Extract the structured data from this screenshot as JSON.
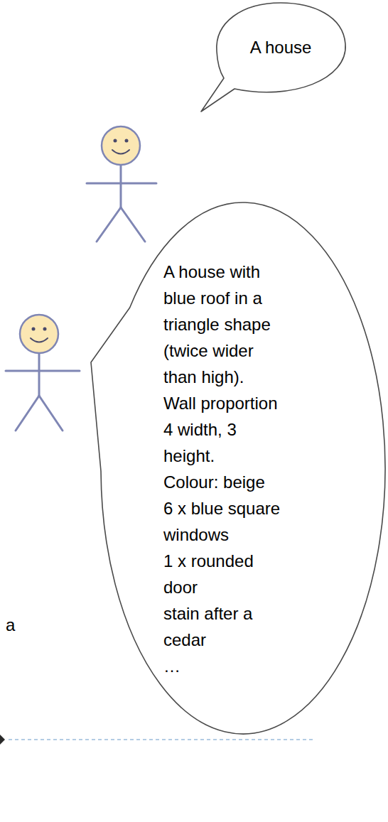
{
  "diagram": {
    "nodes": [
      {
        "text": [
          "A house"
        ]
      },
      {
        "text": [
          "A house with blue roof in a triangle shape (twice wider than high).",
          "Wall proportion 4 width, 3 height.",
          "Colour: beige",
          "6 x blue square windows",
          "1 x rounded door",
          "stain after a cedar",
          "…"
        ]
      }
    ],
    "labels": [
      "a"
    ]
  }
}
